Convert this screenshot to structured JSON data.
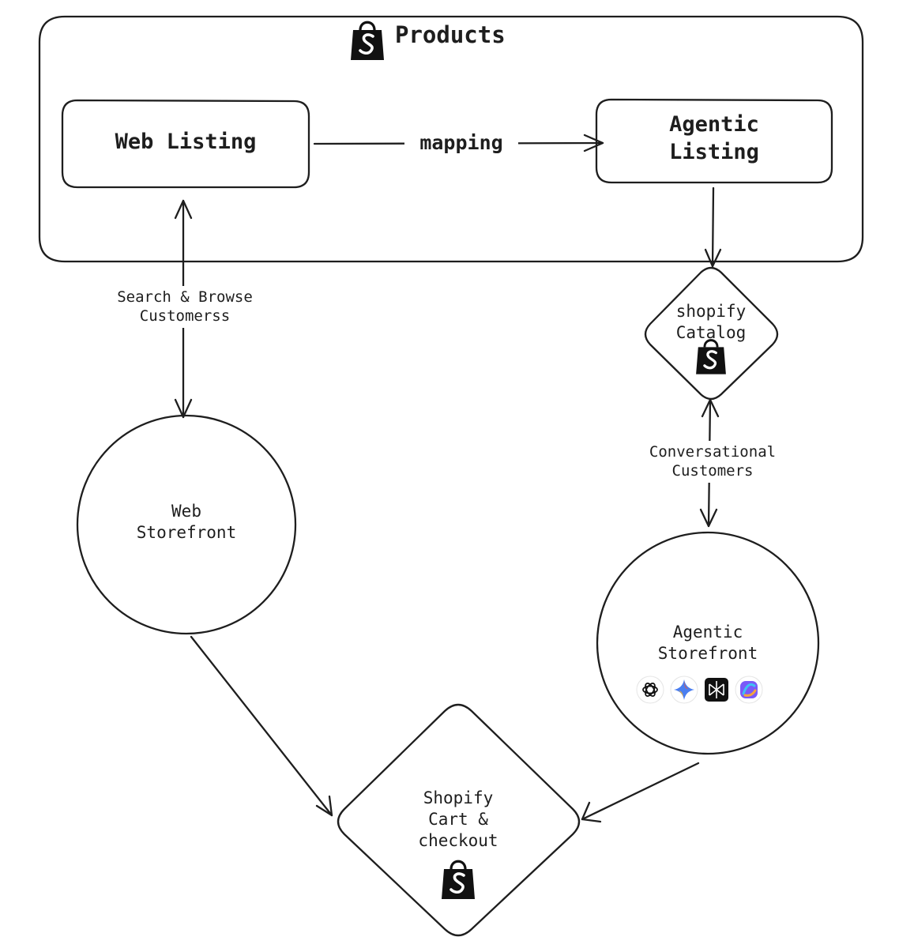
{
  "diagram": {
    "container": {
      "label": "Products",
      "icon": "shopify-bag-icon"
    },
    "nodes": {
      "web_listing": "Web Listing",
      "agentic_listing": "Agentic\nListing",
      "shopify_catalog": "shopify\nCatalog",
      "web_storefront": "Web\nStorefront",
      "agentic_storefront": "Agentic\nStorefront",
      "cart_checkout": "Shopify\nCart &\ncheckout"
    },
    "edges": {
      "mapping": "mapping",
      "search_browse": "Search & Browse\nCustomerss",
      "conversational": "Conversational\nCustomers"
    },
    "agent_icons": [
      "openai-icon",
      "gemini-icon",
      "perplexity-icon",
      "copilot-icon"
    ],
    "colors": {
      "stroke": "#1e1e1e",
      "background": "#ffffff",
      "shopify_bag": "#111111"
    }
  }
}
